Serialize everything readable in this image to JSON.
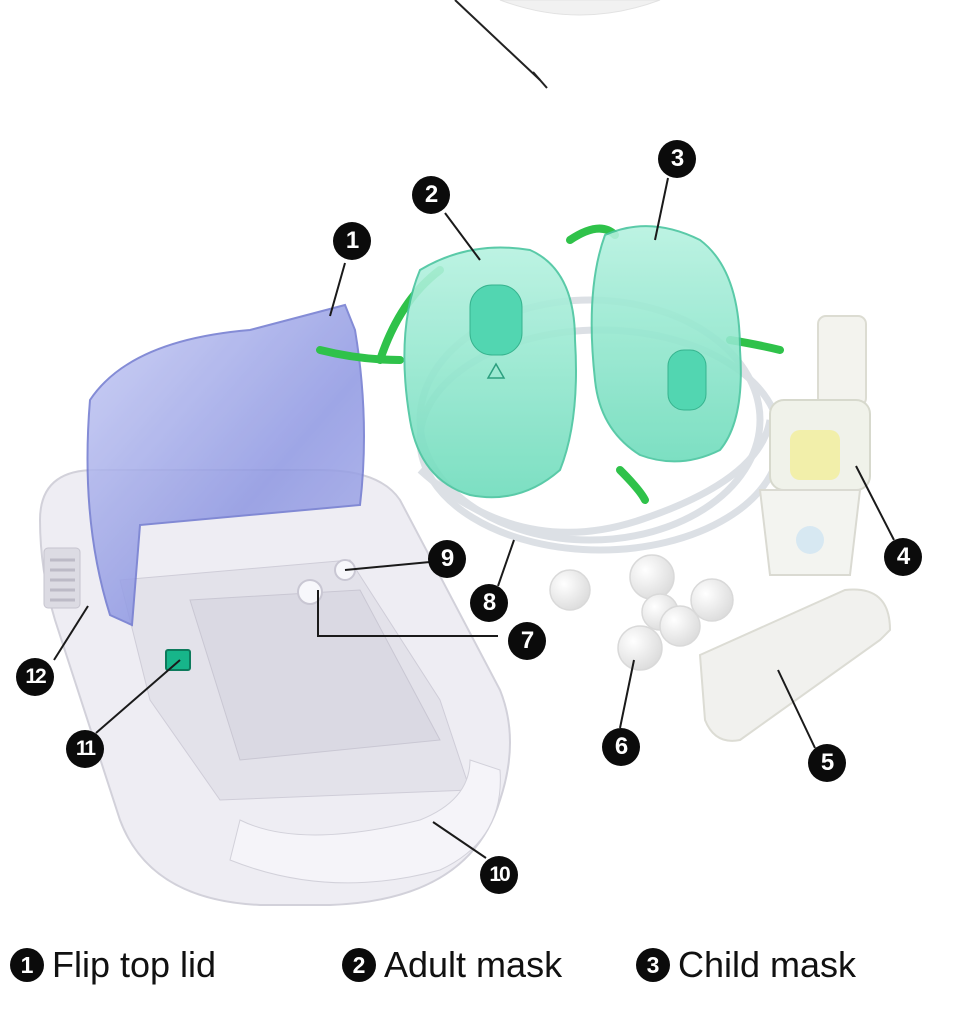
{
  "callouts": [
    {
      "n": "1"
    },
    {
      "n": "2"
    },
    {
      "n": "3"
    },
    {
      "n": "4"
    },
    {
      "n": "5"
    },
    {
      "n": "6"
    },
    {
      "n": "7"
    },
    {
      "n": "8"
    },
    {
      "n": "9"
    },
    {
      "n": "10"
    },
    {
      "n": "11"
    },
    {
      "n": "12"
    }
  ],
  "legend": [
    {
      "n": "1",
      "label": "Flip top lid"
    },
    {
      "n": "2",
      "label": "Adult mask"
    },
    {
      "n": "3",
      "label": "Child mask"
    }
  ],
  "colors": {
    "callout": "#0b0b0b",
    "lid": "#8a93e0",
    "mask": "#7fe3c6",
    "strap": "#2fc24a",
    "body": "#eceaf3",
    "switch": "#17b58a"
  }
}
